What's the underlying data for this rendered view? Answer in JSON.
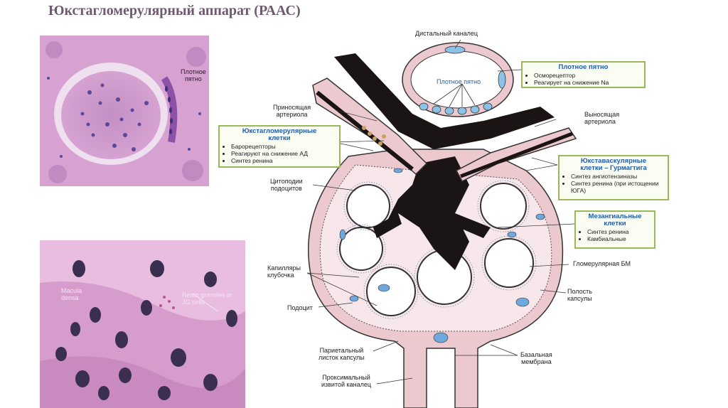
{
  "title": "Юкстагломерулярный аппарат (РААС)",
  "photos": {
    "top_label": [
      "Плотное",
      "пятно"
    ],
    "bottom_label_left": [
      "Macula",
      "densa"
    ],
    "bottom_label_right": [
      "Renin granules in",
      "JG cells"
    ]
  },
  "labels": {
    "distal_tubule": "Дистальный каналец",
    "macula_inner": "Плотное пятно",
    "afferent": [
      "Приносящая",
      "артериола"
    ],
    "efferent": [
      "Выносящая",
      "артериола"
    ],
    "cytopodia": [
      "Цитоподии",
      "подоцитов"
    ],
    "capillaries": [
      "Капилляры",
      "клубочка"
    ],
    "podocyte": "Подоцит",
    "glom_bm": "Гломерулярная БМ",
    "capsule_cavity": [
      "Полость",
      "капсулы"
    ],
    "parietal": [
      "Париетальный",
      "листок капсулы"
    ],
    "basal_membrane": [
      "Базальная",
      "мембрана"
    ],
    "proximal": [
      "Проксимальный",
      "извитой каналец"
    ]
  },
  "boxes": {
    "macula": {
      "title": "Плотное пятно",
      "items": [
        "Осморецептор",
        "Реагирует на снижение Na"
      ]
    },
    "jg_cells": {
      "title": [
        "Юкстагломерулярные",
        "клетки"
      ],
      "items": [
        "Барорецепторы",
        "Реагируют на снижение АД",
        "Синтез ренина"
      ]
    },
    "juxtavascular": {
      "title": [
        "Юкставаскулярные",
        "клетки – Гурмагтига"
      ],
      "items": [
        "Синтез ангиотензиназы",
        "Синтез ренина (при истощении ЮГА)"
      ]
    },
    "mesangial": {
      "title": [
        "Мезангиальные",
        "клетки"
      ],
      "items": [
        "Синтез ренина",
        "Камбиальные"
      ]
    }
  },
  "colors": {
    "title": "#6e5a6e",
    "box_border": "#97b95a",
    "box_title": "#1f5db0",
    "tissue": "#ecc8cf",
    "mesangium": "#1a1414",
    "nucleus": "#6fa8dc"
  }
}
